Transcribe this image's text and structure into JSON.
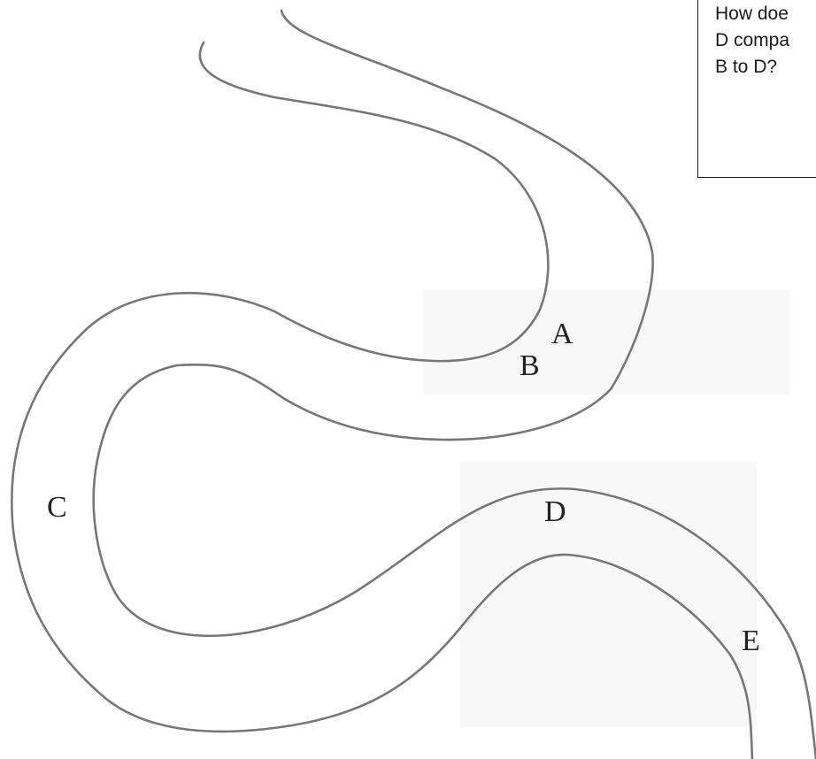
{
  "diagram": {
    "labels": {
      "a": "A",
      "b": "B",
      "c": "C",
      "d": "D",
      "e": "E"
    },
    "question": "How doe\nD compa\nB to D?",
    "colors": {
      "river_bank": "#777777",
      "text": "#222222",
      "box_border": "#1a1a1a"
    }
  }
}
